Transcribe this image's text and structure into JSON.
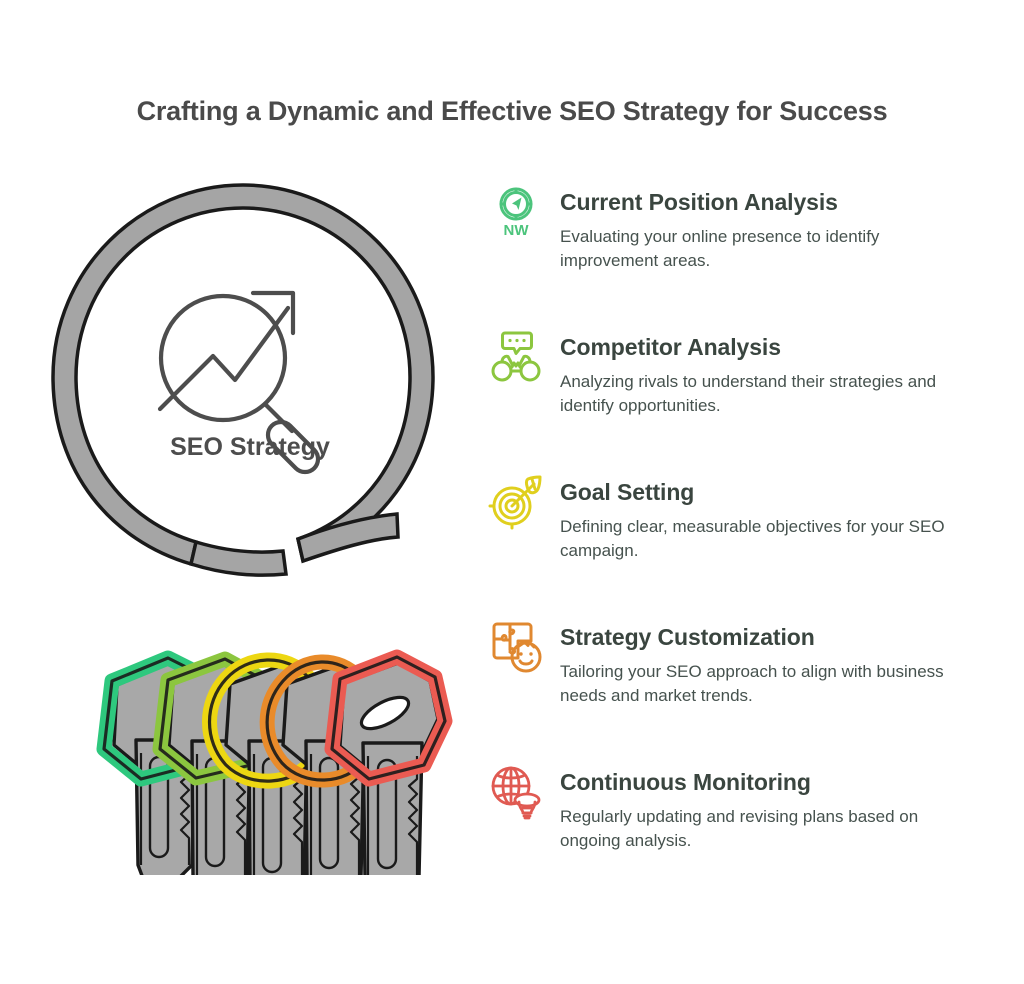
{
  "page": {
    "title": "Crafting a Dynamic and Effective SEO Strategy for Success",
    "background_color": "#ffffff",
    "title_color": "#4a4a4a"
  },
  "illustration": {
    "name": "keyring-with-five-colored-keys",
    "center_label": "SEO Strategy",
    "center_icon": "magnifier-trend-arrow-icon",
    "ring_color": "#a5a5a5",
    "key_body_color": "#a8a8a8",
    "outline_color": "#1a1a1a",
    "key_cap_colors": [
      "#2ec87e",
      "#8cc63f",
      "#edd712",
      "#e98b2a",
      "#eb5b52"
    ]
  },
  "items": [
    {
      "icon": "compass-nw-icon",
      "icon_color": "#4cc47c",
      "title": "Current Position Analysis",
      "desc": "Evaluating your online presence to identify improvement areas."
    },
    {
      "icon": "binoculars-speech-bubble-icon",
      "icon_color": "#8cc63f",
      "title": "Competitor Analysis",
      "desc": "Analyzing rivals to understand their strategies and identify opportunities."
    },
    {
      "icon": "target-arrow-icon",
      "icon_color": "#e0cf1e",
      "title": "Goal Setting",
      "desc": "Defining clear, measurable objectives for your SEO campaign."
    },
    {
      "icon": "puzzle-piece-smiley-icon",
      "icon_color": "#e08830",
      "title": "Strategy Customization",
      "desc": "Tailoring your SEO approach to align with business needs and market trends."
    },
    {
      "icon": "globe-radar-lightbulb-icon",
      "icon_color": "#e05a52",
      "title": "Continuous Monitoring",
      "desc": "Regularly updating and revising plans based on ongoing analysis."
    }
  ]
}
